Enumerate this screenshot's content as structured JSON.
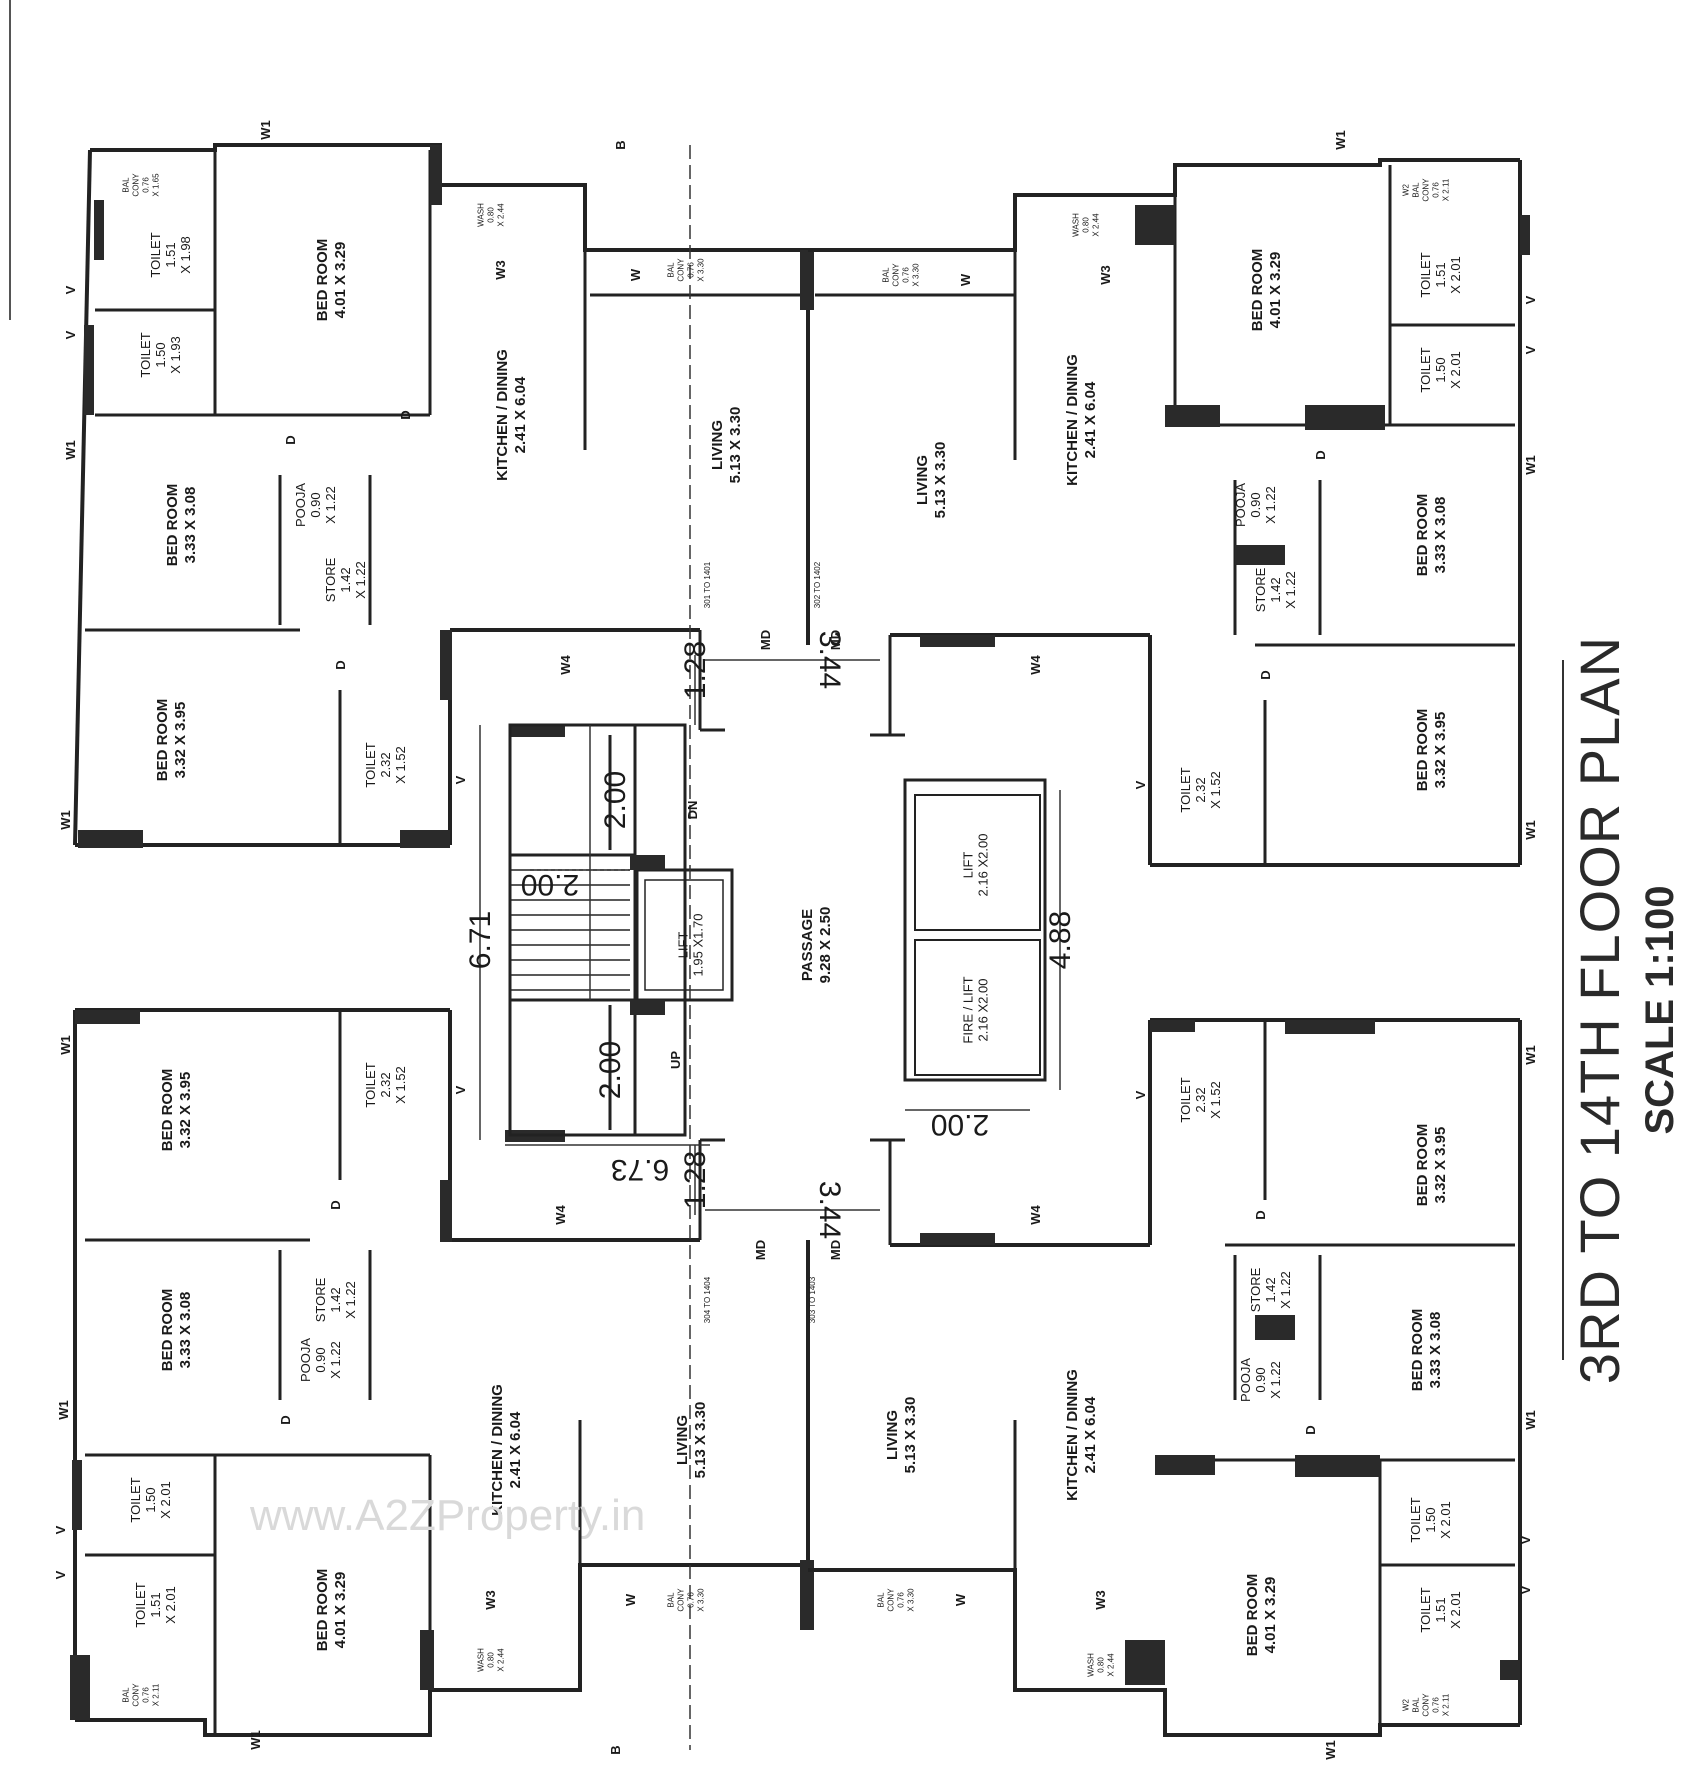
{
  "title": "3RD TO 14TH FLOOR PLAN",
  "scale": "SCALE 1:100",
  "watermark": "www.A2ZProperty.in",
  "colors": {
    "wall": "#222222",
    "line": "#444444",
    "accent_wall": "#3a3a3a"
  },
  "rooms": {
    "tl_bal": [
      "BAL",
      "CONY",
      "0.76",
      "X 1.65"
    ],
    "tl_toilet1": [
      "TOILET",
      "1.51",
      "X 1.98"
    ],
    "tl_toilet2": [
      "TOILET",
      "1.50",
      "X 1.93"
    ],
    "tl_bed1": [
      "BED ROOM",
      "4.01 X 3.29"
    ],
    "tl_wash": [
      "WASH",
      "0.80",
      "X 2.44"
    ],
    "tl_kitchen": [
      "KITCHEN / DINING",
      "2.41 X 6.04"
    ],
    "tl_bed2": [
      "BED ROOM",
      "3.33 X 3.08"
    ],
    "tl_pooja": [
      "POOJA",
      "0.90",
      "X 1.22"
    ],
    "tl_store": [
      "STORE",
      "1.42",
      "X 1.22"
    ],
    "tl_bed3": [
      "BED ROOM",
      "3.32 X 3.95"
    ],
    "tl_toilet3": [
      "TOILET",
      "2.32",
      "X 1.52"
    ],
    "tl_balcony": [
      "BAL",
      "CONY",
      "0.76",
      "X 3.30"
    ],
    "tl_living": [
      "LIVING",
      "5.13 X 3.30"
    ],
    "tr_bal": [
      "W2",
      "BAL",
      "CONY",
      "0.76",
      "X 2.11"
    ],
    "tr_toilet1": [
      "TOILET",
      "1.51",
      "X 2.01"
    ],
    "tr_toilet2": [
      "TOILET",
      "1.50",
      "X 2.01"
    ],
    "tr_bed1": [
      "BED ROOM",
      "4.01 X 3.29"
    ],
    "tr_wash": [
      "WASH",
      "0.80",
      "X 2.44"
    ],
    "tr_kitchen": [
      "KITCHEN / DINING",
      "2.41 X 6.04"
    ],
    "tr_balcony": [
      "BAL",
      "CONY",
      "0.76",
      "X 3.30"
    ],
    "tr_living": [
      "LIVING",
      "5.13 X 3.30"
    ],
    "tr_bed2": [
      "BED ROOM",
      "3.33 X 3.08"
    ],
    "tr_pooja": [
      "POOJA",
      "0.90",
      "X 1.22"
    ],
    "tr_store": [
      "STORE",
      "1.42",
      "X 1.22"
    ],
    "tr_bed3": [
      "BED ROOM",
      "3.32 X 3.95"
    ],
    "tr_toilet3": [
      "TOILET",
      "2.32",
      "X 1.52"
    ],
    "bl_bed3": [
      "BED ROOM",
      "3.32 X 3.95"
    ],
    "bl_toilet3": [
      "TOILET",
      "2.32",
      "X 1.52"
    ],
    "bl_bed2": [
      "BED ROOM",
      "3.33 X 3.08"
    ],
    "bl_store": [
      "STORE",
      "1.42",
      "X 1.22"
    ],
    "bl_pooja": [
      "POOJA",
      "0.90",
      "X 1.22"
    ],
    "bl_toilet2": [
      "TOILET",
      "1.50",
      "X 2.01"
    ],
    "bl_toilet1": [
      "TOILET",
      "1.51",
      "X 2.01"
    ],
    "bl_bed1": [
      "BED ROOM",
      "4.01 X 3.29"
    ],
    "bl_bal": [
      "BAL",
      "CONY",
      "0.76",
      "X 2.11"
    ],
    "bl_wash": [
      "WASH",
      "0.80",
      "X 2.44"
    ],
    "bl_kitchen": [
      "KITCHEN / DINING",
      "2.41 X 6.04"
    ],
    "bl_living": [
      "LIVING",
      "5.13 X 3.30"
    ],
    "bl_balcony": [
      "BAL",
      "CONY",
      "0.76",
      "X 3.30"
    ],
    "br_toilet3": [
      "TOILET",
      "2.32",
      "X 1.52"
    ],
    "br_bed3": [
      "BED ROOM",
      "3.32 X 3.95"
    ],
    "br_store": [
      "STORE",
      "1.42",
      "X 1.22"
    ],
    "br_pooja": [
      "POOJA",
      "0.90",
      "X 1.22"
    ],
    "br_bed2": [
      "BED ROOM",
      "3.33 X 3.08"
    ],
    "br_toilet2": [
      "TOILET",
      "1.50",
      "X 2.01"
    ],
    "br_toilet1": [
      "TOILET",
      "1.51",
      "X 2.01"
    ],
    "br_bed1": [
      "BED ROOM",
      "4.01 X 3.29"
    ],
    "br_wash": [
      "WASH",
      "0.80",
      "X 2.44"
    ],
    "br_kitchen": [
      "KITCHEN / DINING",
      "2.41 X 6.04"
    ],
    "br_living": [
      "LIVING",
      "5.13 X 3.30"
    ],
    "br_bal": [
      "W2",
      "BAL",
      "CONY",
      "0.76",
      "X 2.11"
    ],
    "br_balcony": [
      "BAL",
      "CONY",
      "0.76",
      "X 3.30"
    ],
    "passage": [
      "PASSAGE",
      "9.28 X 2.50"
    ],
    "lift_left": [
      "LIFT",
      "1.95 X1.70"
    ],
    "lift_right": [
      "LIFT",
      "2.16 X2.00"
    ],
    "fire_lift": [
      "FIRE / LIFT",
      "2.16 X2.00"
    ]
  },
  "dimensions": {
    "d671": "6.71",
    "d488": "4.88",
    "d200a": "2.00",
    "d200b": "2.00",
    "d200c": "2.00",
    "d200d": "2.00",
    "d128a": "1.28",
    "d128b": "1.28",
    "d344a": "3.44",
    "d344b": "3.44",
    "d673": "6.73"
  },
  "marks": {
    "w1": "W1",
    "w2": "W2",
    "w3": "W3",
    "w4": "W4",
    "w": "W",
    "d": "D",
    "dd": "d",
    "v": "V",
    "md": "MD",
    "up": "UP",
    "dn": "DN",
    "b": "B"
  },
  "area_notes": {
    "flat301": "301 TO 1401",
    "flat302": "302 TO 1402",
    "flat303": "303 TO 1403",
    "flat304": "304 TO 1404"
  }
}
